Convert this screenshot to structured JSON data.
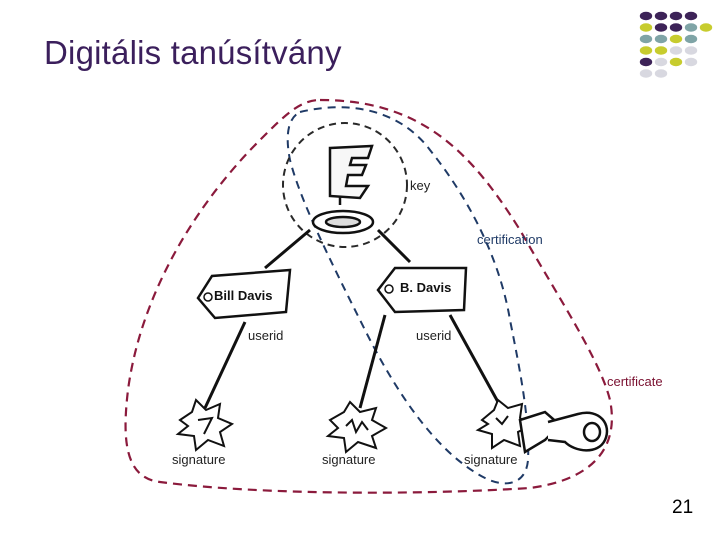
{
  "slide": {
    "title": "Digitális tanúsítvány",
    "page_number": "21"
  },
  "decoration": {
    "dot_colors": {
      "purple": "#3d2358",
      "teal": "#7fa4a6",
      "lime": "#c7cc2e",
      "grey": "#d8d8e0"
    }
  },
  "diagram": {
    "key_label": "key",
    "certification_label": "certification",
    "certificate_label": "certificate",
    "userid_tags": [
      {
        "name": "Bill Davis",
        "caption": "userid"
      },
      {
        "name": "B. Davis",
        "caption": "userid"
      }
    ],
    "signatures": [
      "signature",
      "signature",
      "signature"
    ],
    "colors": {
      "certificate_outline": "#8b1a3c",
      "certification_outline": "#1f3a66",
      "ink": "#111111"
    }
  }
}
